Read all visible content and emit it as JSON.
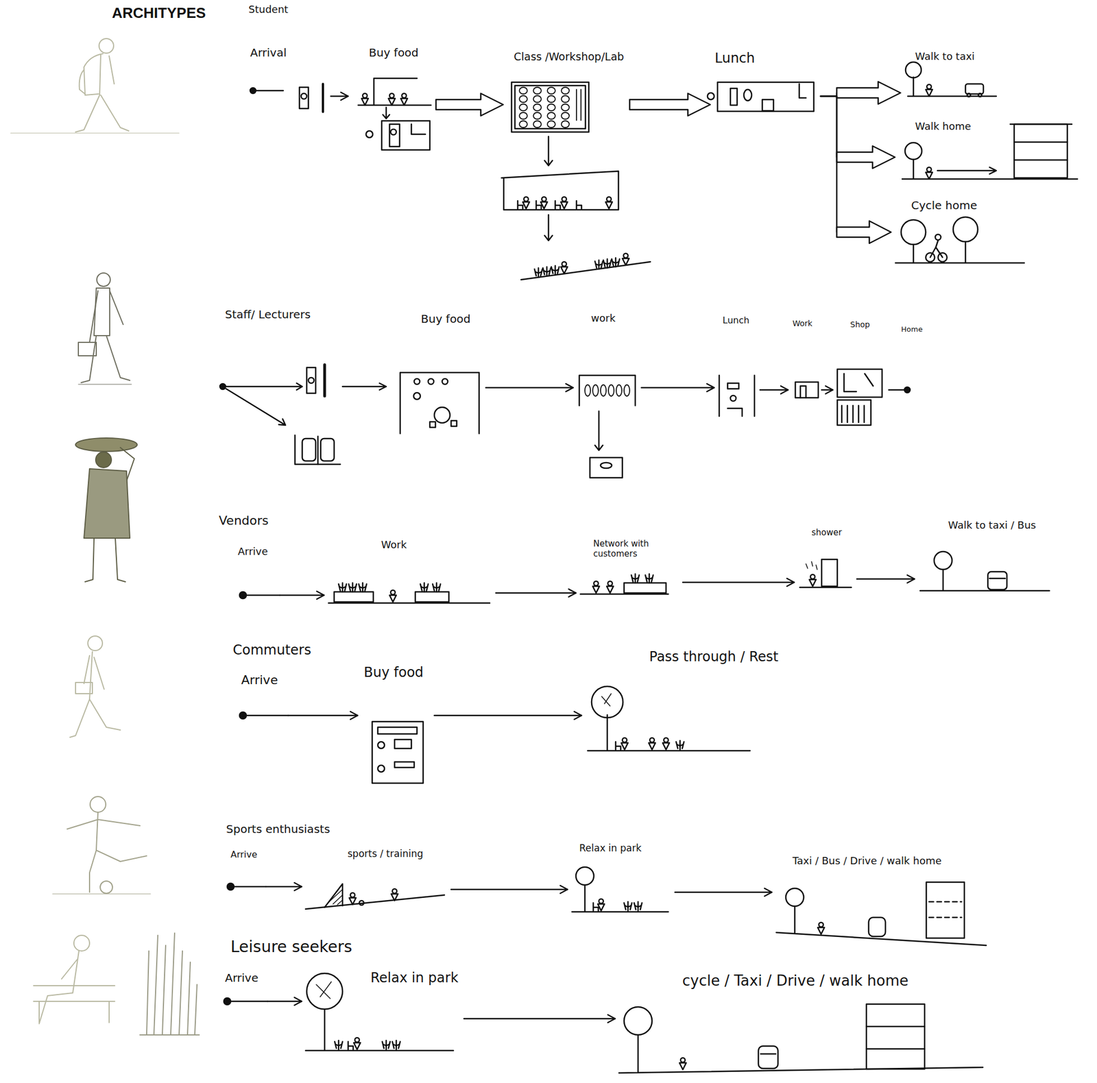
{
  "diagram": {
    "title": "ARCHITYPES",
    "nodes": [
      {
        "text": [
          "Arrival"
        ]
      },
      {
        "text": [
          "Buy food"
        ]
      },
      {
        "text": [
          "Class /Workshop/Lab"
        ]
      },
      {
        "text": [
          "Lunch"
        ]
      },
      {
        "text": [
          "Walk to taxi"
        ]
      },
      {
        "text": [
          "Walk home"
        ]
      },
      {
        "text": [
          "Cycle home"
        ]
      },
      {
        "text": [
          "Buy food"
        ]
      },
      {
        "text": [
          "work"
        ]
      },
      {
        "text": [
          "Lunch"
        ]
      },
      {
        "text": [
          "Work"
        ]
      },
      {
        "text": [
          "Shop"
        ]
      },
      {
        "text": [
          "Home"
        ]
      },
      {
        "text": [
          "Arrive"
        ]
      },
      {
        "text": [
          "Work"
        ]
      },
      {
        "text": [
          "Network with customers"
        ]
      },
      {
        "text": [
          "shower"
        ]
      },
      {
        "text": [
          "Walk to taxi / Bus"
        ]
      },
      {
        "text": [
          "Arrive"
        ]
      },
      {
        "text": [
          "Buy food"
        ]
      },
      {
        "text": [
          "Pass through / Rest"
        ]
      },
      {
        "text": [
          "Arrive"
        ]
      },
      {
        "text": [
          "sports / training"
        ]
      },
      {
        "text": [
          "Relax in park"
        ]
      },
      {
        "text": [
          "Taxi / Bus / Drive / walk home"
        ]
      },
      {
        "text": [
          "Arrive"
        ]
      },
      {
        "text": [
          "Relax in park"
        ]
      },
      {
        "text": [
          "cycle / Taxi / Drive / walk home"
        ]
      }
    ],
    "edges": [
      {
        "from": 0,
        "to": 1,
        "arrow": "to"
      },
      {
        "from": 1,
        "to": 2,
        "arrow": "to"
      },
      {
        "from": 2,
        "to": 3,
        "arrow": "to"
      },
      {
        "from": 3,
        "to": 4,
        "arrow": "to"
      },
      {
        "from": 3,
        "to": 5,
        "arrow": "to"
      },
      {
        "from": 3,
        "to": 6,
        "arrow": "to"
      },
      {
        "from": 7,
        "to": 8,
        "arrow": "to"
      },
      {
        "from": 8,
        "to": 9,
        "arrow": "to"
      },
      {
        "from": 9,
        "to": 10,
        "arrow": "to"
      },
      {
        "from": 10,
        "to": 11,
        "arrow": "to"
      },
      {
        "from": 11,
        "to": 12,
        "arrow": "none"
      },
      {
        "from": 13,
        "to": 14,
        "arrow": "to"
      },
      {
        "from": 14,
        "to": 15,
        "arrow": "to"
      },
      {
        "from": 15,
        "to": 16,
        "arrow": "to"
      },
      {
        "from": 16,
        "to": 17,
        "arrow": "to"
      },
      {
        "from": 18,
        "to": 19,
        "arrow": "to"
      },
      {
        "from": 19,
        "to": 20,
        "arrow": "to"
      },
      {
        "from": 21,
        "to": 22,
        "arrow": "to"
      },
      {
        "from": 22,
        "to": 23,
        "arrow": "to"
      },
      {
        "from": 23,
        "to": 24,
        "arrow": "to"
      },
      {
        "from": 25,
        "to": 26,
        "arrow": "to"
      },
      {
        "from": 26,
        "to": 27,
        "arrow": "to"
      }
    ],
    "labels": [
      "Student",
      "Staff/ Lecturers",
      "Vendors",
      "Commuters",
      "Sports enthusiasts",
      "Leisure seekers"
    ]
  }
}
